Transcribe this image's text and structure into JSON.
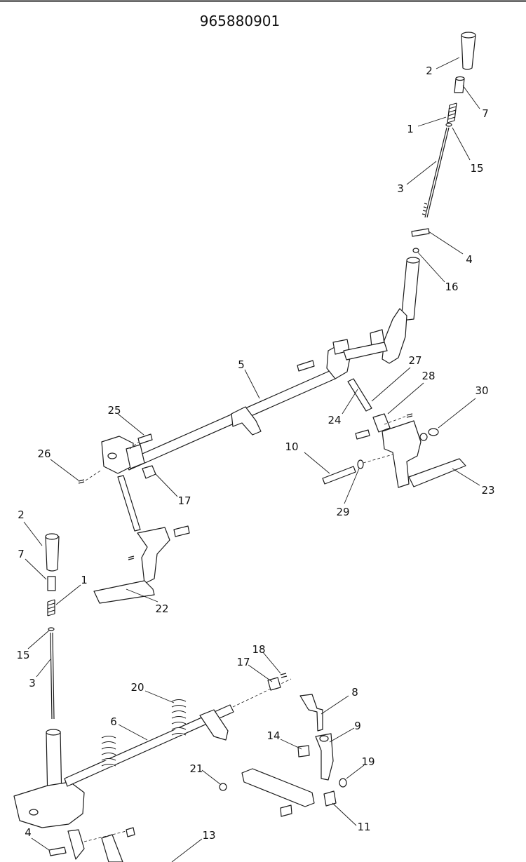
{
  "title": "965880901",
  "callouts": {
    "c2a": "2",
    "c7a": "7",
    "c1a": "1",
    "c15a": "15",
    "c3a": "3",
    "c4a": "4",
    "c16": "16",
    "c5": "5",
    "c27": "27",
    "c28": "28",
    "c24": "24",
    "c30": "30",
    "c25": "25",
    "c26": "26",
    "c10": "10",
    "c17a": "17",
    "c29": "29",
    "c23": "23",
    "c2b": "2",
    "c7b": "7",
    "c1b": "1",
    "c22": "22",
    "c15b": "15",
    "c3b": "3",
    "c18": "18",
    "c17b": "17",
    "c20": "20",
    "c8": "8",
    "c6": "6",
    "c14": "14",
    "c9": "9",
    "c21": "21",
    "c19": "19",
    "c11": "11",
    "c4b": "4",
    "c13": "13"
  }
}
